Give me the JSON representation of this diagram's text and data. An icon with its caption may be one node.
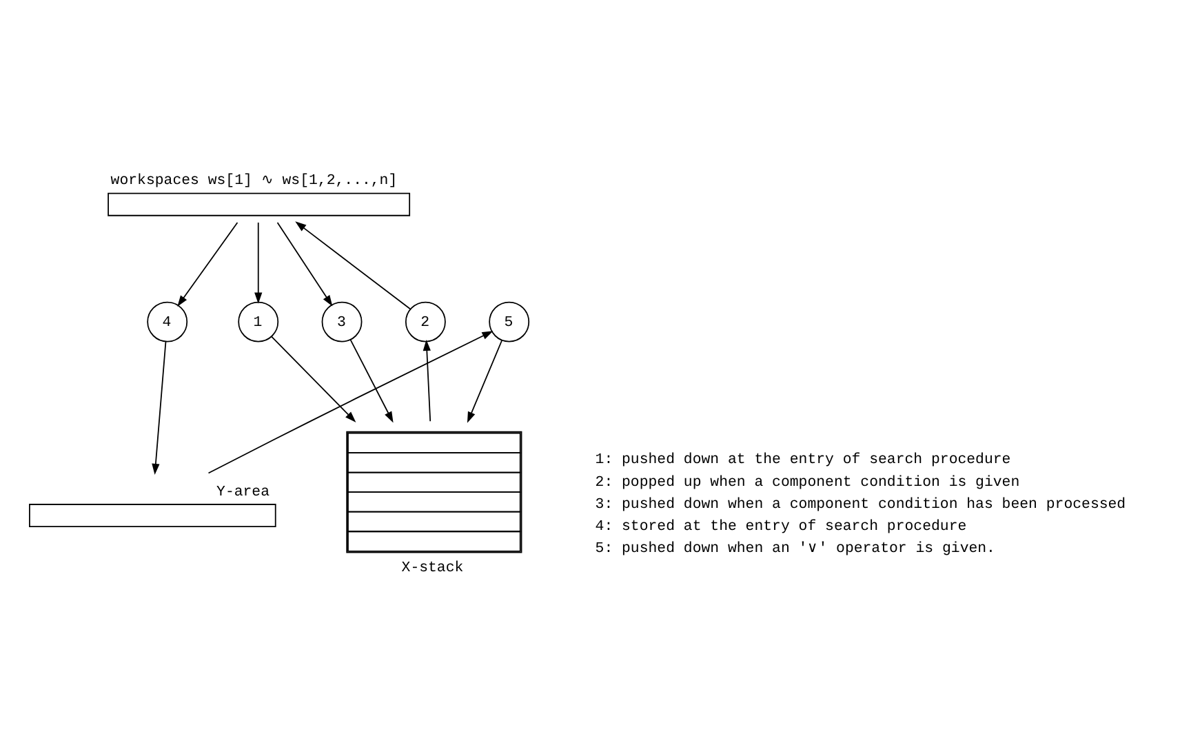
{
  "diagram": {
    "nodes": [
      {
        "text": [
          "workspaces ws[1] ∿ ws[1,2,...,n]"
        ]
      },
      {
        "text": [
          "1"
        ]
      },
      {
        "text": [
          "2"
        ]
      },
      {
        "text": [
          "3"
        ]
      },
      {
        "text": [
          "4"
        ]
      },
      {
        "text": [
          "5"
        ]
      },
      {
        "text": [
          "Y-area"
        ]
      },
      {
        "text": [
          "X-stack"
        ]
      }
    ],
    "edges": [
      {
        "from": 0,
        "to": 1,
        "arrow": "to"
      },
      {
        "from": 1,
        "to": 7,
        "arrow": "to"
      },
      {
        "from": 7,
        "to": 2,
        "arrow": "to"
      },
      {
        "from": 2,
        "to": 0,
        "arrow": "to"
      },
      {
        "from": 0,
        "to": 3,
        "arrow": "to"
      },
      {
        "from": 3,
        "to": 7,
        "arrow": "to"
      },
      {
        "from": 0,
        "to": 4,
        "arrow": "to"
      },
      {
        "from": 4,
        "to": 6,
        "arrow": "to"
      },
      {
        "from": 6,
        "to": 5,
        "arrow": "to"
      },
      {
        "from": 5,
        "to": 7,
        "arrow": "to"
      }
    ],
    "labels": [
      "1: pushed down at the entry of search procedure",
      "2: popped up when a component condition is given",
      "3: pushed down when a component condition has been processed",
      "4: stored at the entry of search procedure",
      "5: pushed down when an '∨' operator is given."
    ]
  }
}
